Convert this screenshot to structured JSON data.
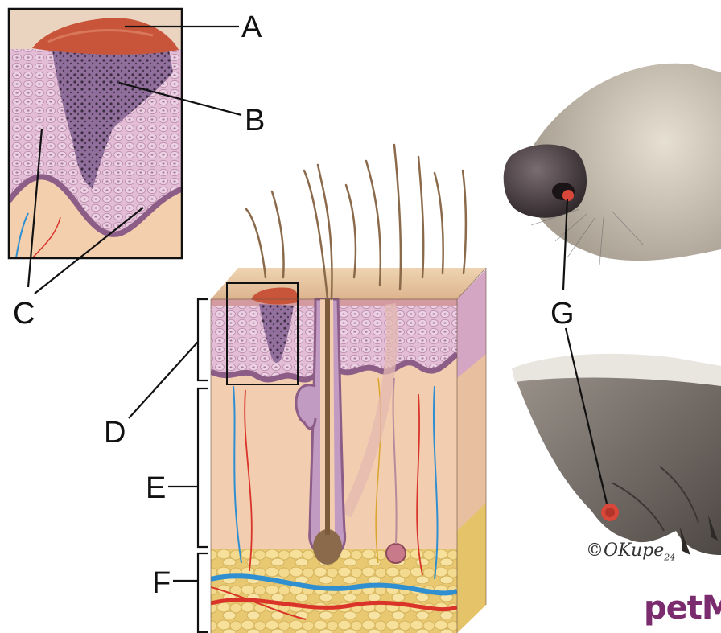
{
  "labels": {
    "a": "A",
    "b": "B",
    "c": "C",
    "d": "D",
    "e": "E",
    "f": "F",
    "g": "G"
  },
  "signature": {
    "mark": "©",
    "name": "OKupe",
    "year": "24"
  },
  "brand": "petM",
  "colors": {
    "epidermis": "#d8aecd",
    "dermis": "#f2cdb0",
    "fat": "#f0d77e",
    "lesion": "#c8553a",
    "tumor_cells": "#6e4a7c",
    "vein": "#2f8fd0",
    "artery": "#d9332a",
    "hair_shaft": "#7b5a3a",
    "nose_fur": "#c9c1b3",
    "nose_leather": "#4b4044",
    "paw": "#6d6660",
    "brand_text": "#7a2c6e"
  },
  "icons": [
    "skin-cross-section",
    "dog-nose",
    "dog-paw",
    "hair-follicle",
    "sweat-gland",
    "blood-vessel"
  ]
}
